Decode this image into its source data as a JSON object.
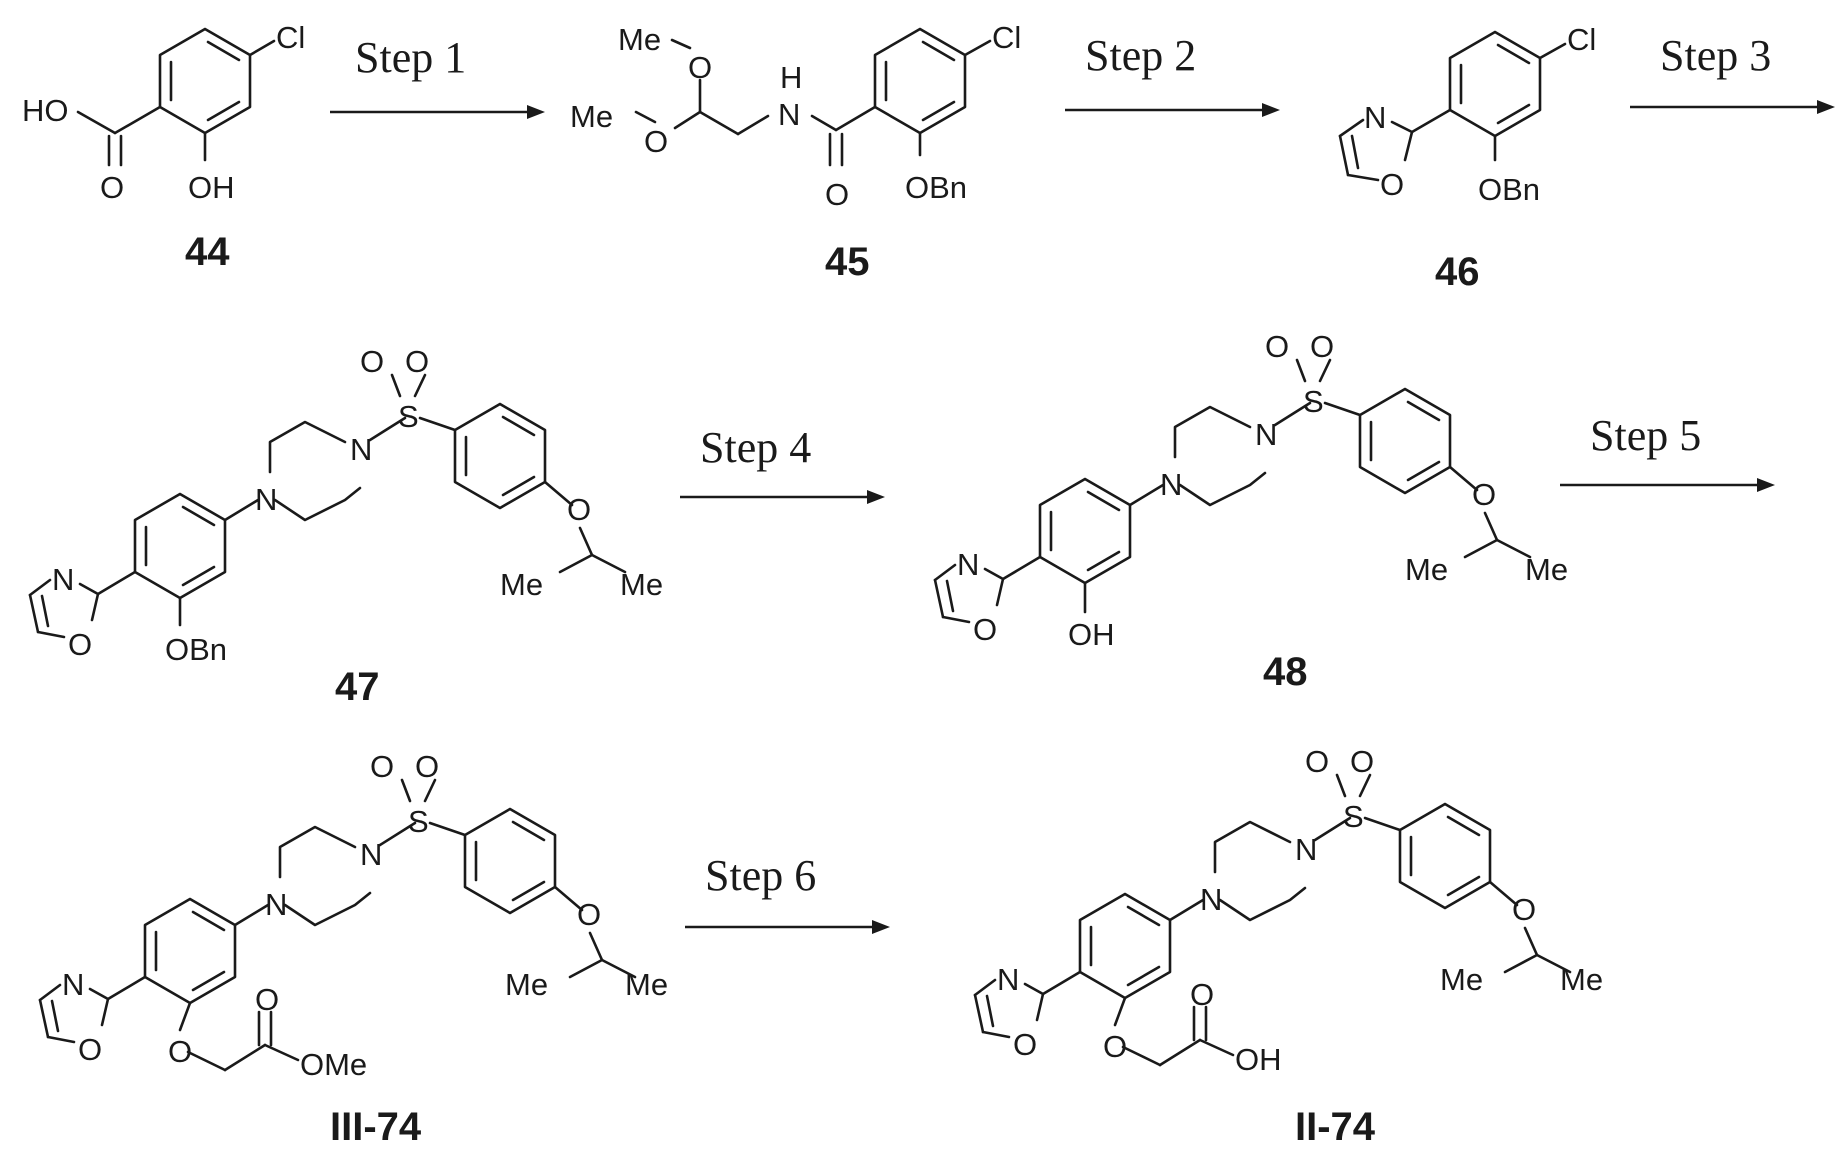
{
  "compounds": [
    {
      "id": "44",
      "substituents": {
        "acid": "HO",
        "carbonyl": "O",
        "hydroxy": "OH",
        "chloro": "Cl"
      }
    },
    {
      "id": "45",
      "substituents": {
        "methoxy_1": "Me",
        "methoxy_2": "Me",
        "o1": "O",
        "o2": "O",
        "nh_h": "H",
        "nh_n": "N",
        "carbonyl": "O",
        "benzyloxy": "OBn",
        "chloro": "Cl"
      }
    },
    {
      "id": "46",
      "substituents": {
        "n": "N",
        "o": "O",
        "benzyloxy": "OBn",
        "chloro": "Cl"
      }
    },
    {
      "id": "47",
      "substituents": {
        "so2_o1": "O",
        "so2_o2": "O",
        "s": "S",
        "n1": "N",
        "n2": "N",
        "ox_n": "N",
        "ox_o": "O",
        "benzyloxy": "OBn",
        "ether_o": "O",
        "me1": "Me",
        "me2": "Me"
      }
    },
    {
      "id": "48",
      "substituents": {
        "so2_o1": "O",
        "so2_o2": "O",
        "s": "S",
        "n1": "N",
        "n2": "N",
        "ox_n": "N",
        "ox_o": "O",
        "hydroxy": "OH",
        "ether_o": "O",
        "me1": "Me",
        "me2": "Me"
      }
    },
    {
      "id": "III-74",
      "substituents": {
        "so2_o1": "O",
        "so2_o2": "O",
        "s": "S",
        "n1": "N",
        "n2": "N",
        "ox_n": "N",
        "ox_o": "O",
        "aryl_o": "O",
        "carbonyl": "O",
        "ester": "OMe",
        "ether_o": "O",
        "me1": "Me",
        "me2": "Me"
      }
    },
    {
      "id": "II-74",
      "substituents": {
        "so2_o1": "O",
        "so2_o2": "O",
        "s": "S",
        "n1": "N",
        "n2": "N",
        "ox_n": "N",
        "ox_o": "O",
        "aryl_o": "O",
        "carbonyl": "O",
        "acid": "OH",
        "ether_o": "O",
        "me1": "Me",
        "me2": "Me"
      }
    }
  ],
  "steps": [
    "Step 1",
    "Step 2",
    "Step 3",
    "Step 4",
    "Step 5",
    "Step 6"
  ]
}
